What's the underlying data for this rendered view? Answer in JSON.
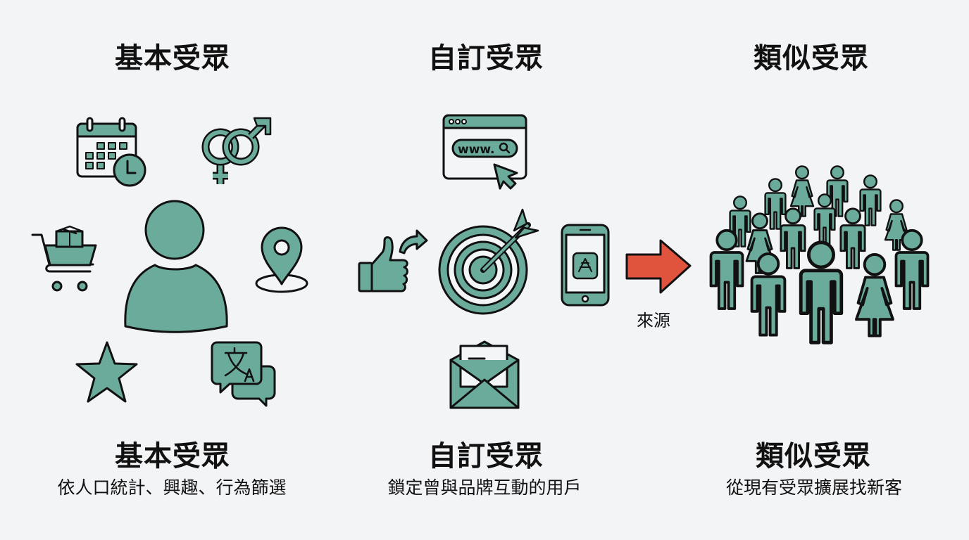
{
  "colors": {
    "background": "#f3f4f6",
    "teal": "#6aab9c",
    "outline": "#111111",
    "arrow": "#e0533c"
  },
  "columns": [
    {
      "top_title": "基本受眾",
      "bottom_title": "基本受眾",
      "description": "依人口統計、興趣、行為篩選",
      "icons": [
        "calendar-clock-icon",
        "gender-icon",
        "shopping-cart-icon",
        "person-icon",
        "location-pin-icon",
        "star-icon",
        "translate-icon"
      ]
    },
    {
      "top_title": "自訂受眾",
      "bottom_title": "自訂受眾",
      "description": "鎖定曾與品牌互動的用戶",
      "icons": [
        "browser-icon",
        "thumbs-up-share-icon",
        "target-icon",
        "mobile-app-icon",
        "email-icon"
      ],
      "browser_url_text": "www."
    },
    {
      "top_title": "類似受眾",
      "bottom_title": "類似受眾",
      "description": "從現有受眾擴展找新客",
      "icons": [
        "crowd-icon"
      ]
    }
  ],
  "connector": {
    "label": "來源",
    "icon": "arrow-right-icon"
  }
}
